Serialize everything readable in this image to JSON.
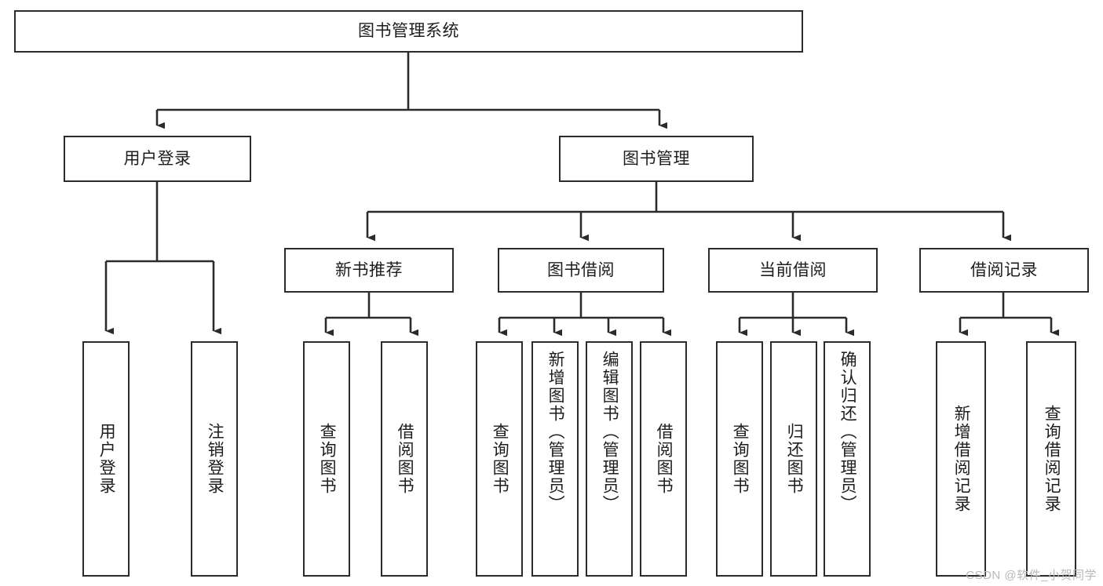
{
  "diagram": {
    "title": "图书管理系统",
    "type": "hierarchy-tree",
    "watermark": "CSDN @软件_小贺同学",
    "colors": {
      "stroke": "#2b2b2b",
      "fill": "#ffffff",
      "text": "#1d1d1d",
      "watermark": "#b9b9b9"
    },
    "nodes": {
      "root": {
        "label": "图书管理系统",
        "level": 1
      },
      "level2": [
        {
          "id": "user-login",
          "label": "用户登录"
        },
        {
          "id": "book-management",
          "label": "图书管理"
        }
      ],
      "level3": [
        {
          "id": "new-book-recommend",
          "label": "新书推荐"
        },
        {
          "id": "book-borrow",
          "label": "图书借阅"
        },
        {
          "id": "current-borrow",
          "label": "当前借阅"
        },
        {
          "id": "borrow-record",
          "label": "借阅记录"
        }
      ],
      "leaves": {
        "user-login": [
          {
            "id": "leaf-user-login",
            "label": "用户登录"
          },
          {
            "id": "leaf-logout-login",
            "label": "注销登录"
          }
        ],
        "new-book-recommend": [
          {
            "id": "leaf-query-book-1",
            "label": "查询图书"
          },
          {
            "id": "leaf-borrow-book-1",
            "label": "借阅图书"
          }
        ],
        "book-borrow": [
          {
            "id": "leaf-query-book-2",
            "label": "查询图书"
          },
          {
            "id": "leaf-add-book",
            "label": "新增图书（管理员）"
          },
          {
            "id": "leaf-edit-book",
            "label": "编辑图书（管理员）"
          },
          {
            "id": "leaf-borrow-book-2",
            "label": "借阅图书"
          }
        ],
        "current-borrow": [
          {
            "id": "leaf-query-book-3",
            "label": "查询图书"
          },
          {
            "id": "leaf-return-book",
            "label": "归还图书"
          },
          {
            "id": "leaf-confirm-return",
            "label": "确认归还（管理员）"
          }
        ],
        "borrow-record": [
          {
            "id": "leaf-add-record",
            "label": "新增借阅记录"
          },
          {
            "id": "leaf-query-record",
            "label": "查询借阅记录"
          }
        ]
      }
    }
  }
}
